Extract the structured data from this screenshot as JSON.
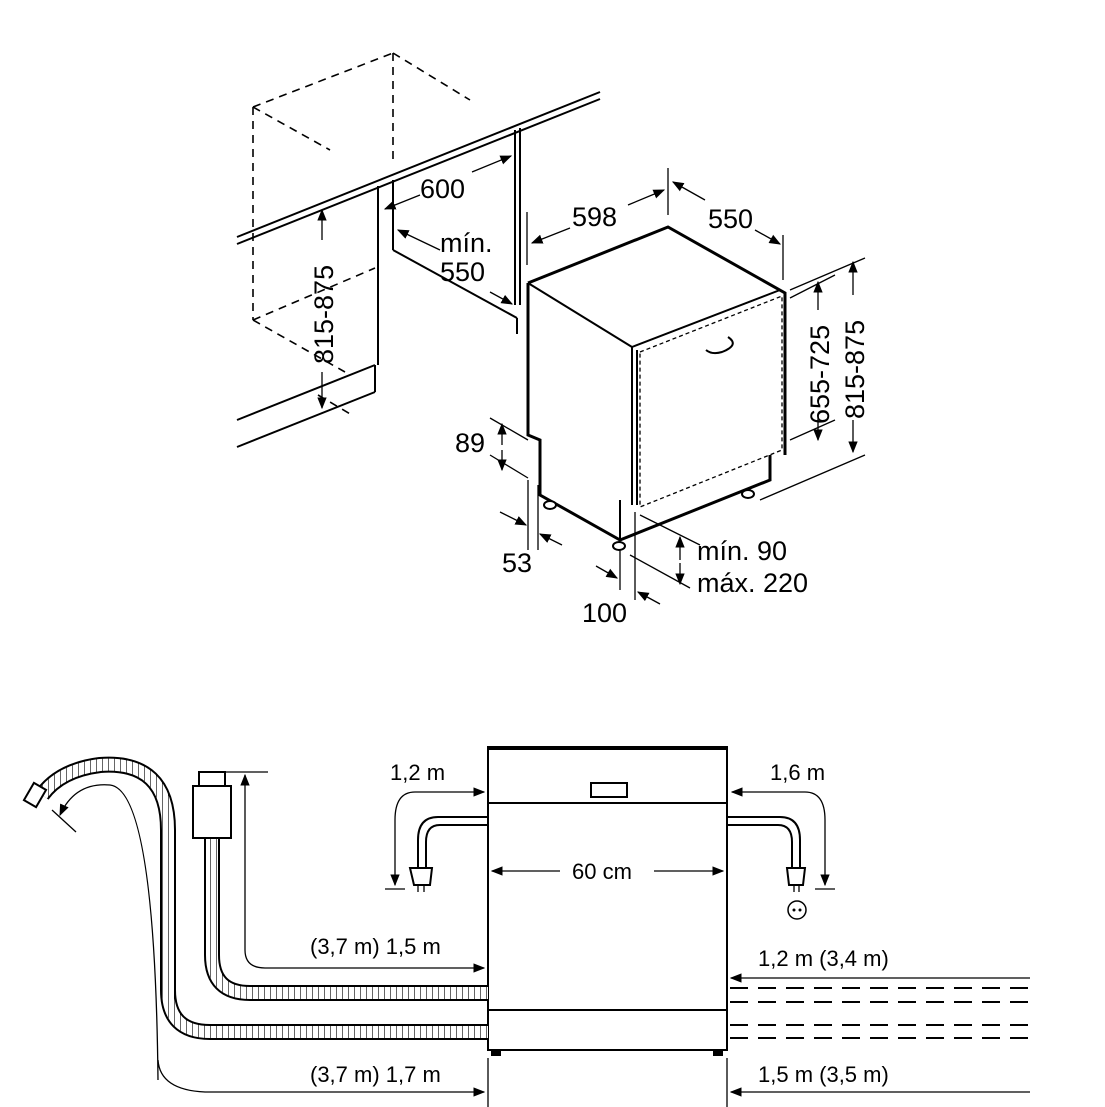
{
  "installation_diagram": {
    "niche_width": "600",
    "niche_depth_label": "mín.",
    "niche_depth_value": "550",
    "niche_height": "815-875",
    "appliance_width": "598",
    "appliance_depth": "550",
    "door_height": "655-725",
    "appliance_height": "815-875",
    "plinth_recess_height": "89",
    "plinth_depth": "53",
    "plinth_height_min": "mín. 90",
    "plinth_height_max": "máx. 220",
    "door_offset": "100"
  },
  "connections_diagram": {
    "power_cable_left": "1,2 m",
    "power_cable_right": "1,6 m",
    "width": "60 cm",
    "drain_hose_short": "(3,7 m) 1,5 m",
    "drain_hose_long": "(3,7 m) 1,7 m",
    "water_inlet_upper": "1,2 m (3,4 m)",
    "water_inlet_lower": "1,5 m (3,5 m)"
  },
  "colors": {
    "line": "#000000",
    "background": "#ffffff"
  }
}
